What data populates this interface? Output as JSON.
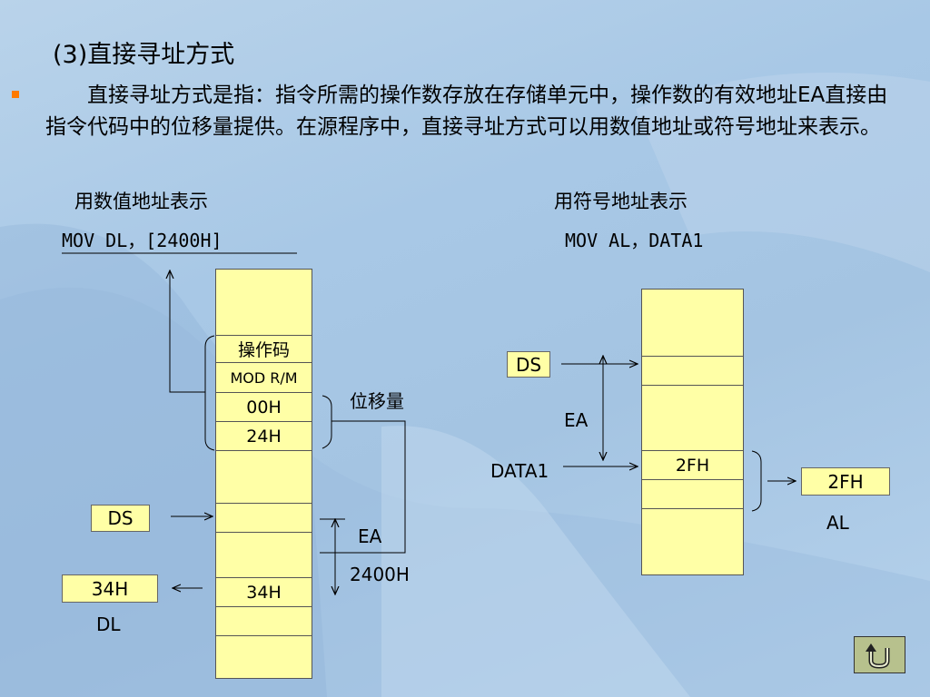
{
  "slide": {
    "title": "(3)直接寻址方式",
    "paragraph": "　　直接寻址方式是指：指令所需的操作数存放在存储单元中，操作数的有效地址EA直接由指令代码中的位移量提供。在源程序中，直接寻址方式可以用数值地址或符号地址来表示。",
    "left_caption": "用数值地址表示",
    "right_caption": "用符号地址表示",
    "left_instruction": "MOV DL，[2400H]",
    "right_instruction": "MOV AL，DATA1"
  },
  "left_diagram": {
    "cell_opcode": "操作码",
    "cell_modrm": "MOD R/M",
    "cell_disp_low": "00H",
    "cell_disp_high": "24H",
    "cell_data": "34H",
    "displacement_label": "位移量",
    "ds_label": "DS",
    "ea_label": "EA",
    "ea_value": "2400H",
    "dest_value": "34H",
    "dest_register": "DL"
  },
  "right_diagram": {
    "ds_label": "DS",
    "ea_label": "EA",
    "symbol_label": "DATA1",
    "cell_data": "2FH",
    "dest_value": "2FH",
    "dest_register": "AL"
  },
  "colors": {
    "memory_fill": "#ffffa6",
    "bullet": "#ff7a00",
    "nav_button": "#b7c18d"
  },
  "nav": {
    "icon": "return-u-turn-icon"
  }
}
